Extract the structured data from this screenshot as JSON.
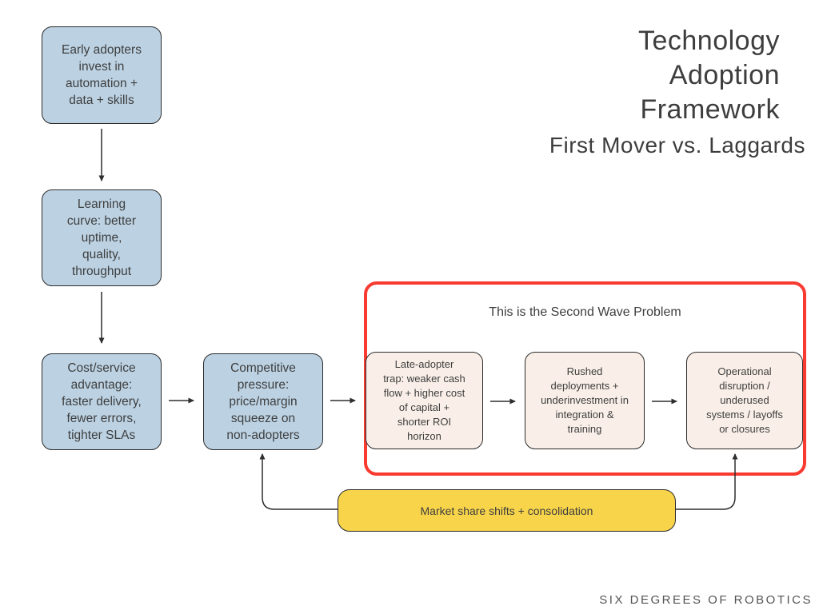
{
  "title": {
    "lines": [
      "Technology",
      "Adoption",
      "Framework"
    ],
    "subtitle": "First Mover vs. Laggards"
  },
  "second_wave": {
    "label": "This is the Second Wave Problem"
  },
  "nodes": {
    "early_adopters": "Early adopters\ninvest in\nautomation +\ndata + skills",
    "learning_curve": "Learning\ncurve: better\nuptime,\nquality,\nthroughput",
    "cost_advantage": "Cost/service\nadvantage:\nfaster delivery,\nfewer errors,\ntighter SLAs",
    "competitive_pressure": "Competitive\npressure:\nprice/margin\nsqueeze on\nnon-adopters",
    "late_adopter_trap": "Late-adopter\ntrap: weaker cash\nflow + higher cost\nof capital +\nshorter ROI\nhorizon",
    "rushed_deployments": "Rushed\ndeployments +\nunderinvestment in\nintegration &\ntraining",
    "operational_disruption": "Operational\ndisruption /\nunderused\nsystems / layoffs\nor closures",
    "market_share": "Market share shifts + consolidation"
  },
  "footer": {
    "brand": "SIX DEGREES OF ROBOTICS"
  },
  "colors": {
    "node_blue": "#bcd2e3",
    "node_cream": "#f9efe8",
    "highlight_yellow": "#f8d44a",
    "alert_red": "#f93a31",
    "line": "#2e2e2e",
    "text": "#3e3e3e",
    "background": "#ffffff"
  }
}
